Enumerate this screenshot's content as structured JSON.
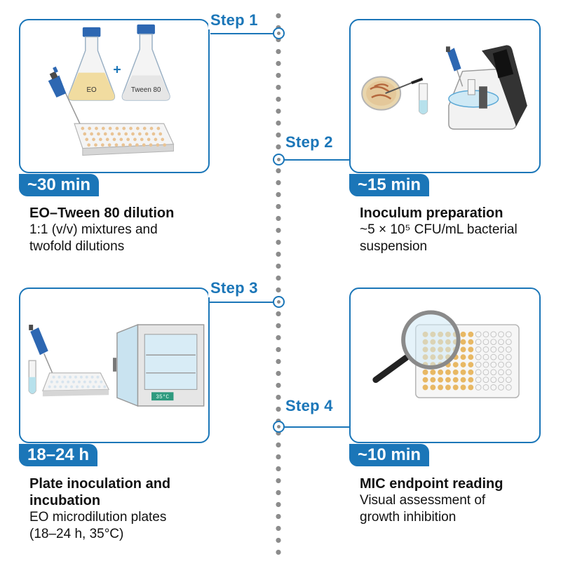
{
  "steps": [
    {
      "label": "Step 1",
      "time": "~30 min",
      "title": "EO–Tween 80 dilution",
      "lines": [
        "1:1 (v/v) mixtures and",
        "twofold dilutions"
      ]
    },
    {
      "label": "Step 2",
      "time": "~15 min",
      "title": "Inoculum preparation",
      "lines": [
        "~5 × 10⁵ CFU/mL bacterial",
        "suspension"
      ]
    },
    {
      "label": "Step 3",
      "time": "18–24 h",
      "title": "Plate inoculation and incubation",
      "lines": [
        "EO microdilution plates",
        "(18–24 h, 35°C)"
      ]
    },
    {
      "label": "Step 4",
      "time": "~10 min",
      "title": "MIC endpoint reading",
      "lines": [
        "Visual assessment of",
        "growth inhibition"
      ]
    }
  ],
  "illustrations": {
    "flask_eo_label": "EO",
    "flask_tween_label": "Tween 80",
    "plus_sign": "+",
    "incubator_display": "35°C"
  },
  "colors": {
    "accent": "#1b76b8",
    "timeline": "#8c8c8c",
    "eo_liquid": "#f1dca0",
    "well_fill": "#e8b864"
  }
}
